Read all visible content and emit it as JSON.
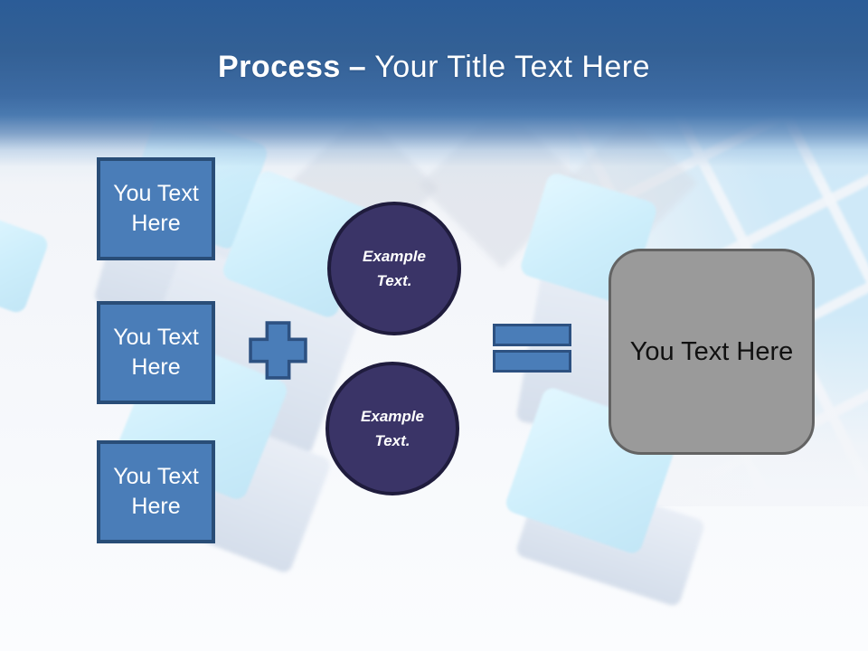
{
  "header": {
    "title_bold": "Process",
    "title_dash": "–",
    "title_rest": "Your Title Text Here"
  },
  "inputs": [
    {
      "label": "You Text Here"
    },
    {
      "label": "You Text Here"
    },
    {
      "label": "You Text Here"
    }
  ],
  "examples": [
    {
      "label": "Example Text."
    },
    {
      "label": "Example Text."
    }
  ],
  "operators": {
    "plus": "plus-sign",
    "equals": "equals-sign"
  },
  "result": {
    "label": "You Text Here"
  },
  "colors": {
    "header_top": "#2b5c97",
    "header_bottom": "#4a7ab0",
    "accent_fill": "#4a7db8",
    "accent_border": "#294d77",
    "circle_fill": "#3a3467",
    "circle_border": "#1f1c3d",
    "result_fill": "#9a9a9a",
    "result_border": "#636363",
    "cube_top": "#cdeefb",
    "title_text": "#ffffff"
  }
}
